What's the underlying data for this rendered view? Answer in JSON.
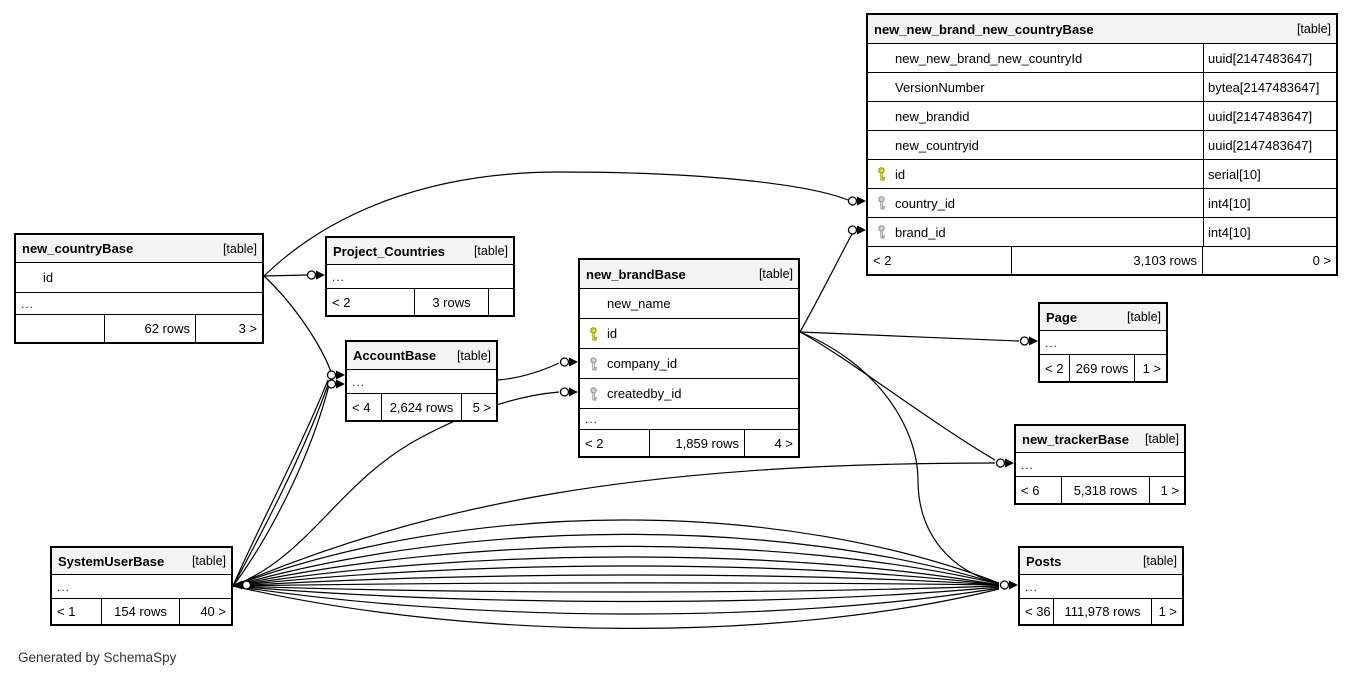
{
  "page": {
    "footer_note": "Generated by SchemaSpy"
  },
  "colors": {
    "header_bg": "#f4f4f4",
    "line": "#000000",
    "pk_key": "#e0e000",
    "fk_key": "#d0d0d0"
  },
  "tables": [
    {
      "name": "new_new_brand_new_countryBase",
      "tag": "[table]",
      "columns": [
        {
          "name": "new_new_brand_new_countryId",
          "type": "uuid[2147483647]",
          "key": null
        },
        {
          "name": "VersionNumber",
          "type": "bytea[2147483647]",
          "key": null
        },
        {
          "name": "new_brandid",
          "type": "uuid[2147483647]",
          "key": null
        },
        {
          "name": "new_countryid",
          "type": "uuid[2147483647]",
          "key": null
        },
        {
          "name": "id",
          "type": "serial[10]",
          "key": "pk"
        },
        {
          "name": "country_id",
          "type": "int4[10]",
          "key": "fk"
        },
        {
          "name": "brand_id",
          "type": "int4[10]",
          "key": "fk"
        }
      ],
      "footer": [
        "< 2",
        "3,103 rows",
        "0 >"
      ]
    },
    {
      "name": "new_countryBase",
      "tag": "[table]",
      "columns": [
        {
          "name": "id",
          "type": null,
          "key": null
        },
        {
          "ellipsis": true
        }
      ],
      "footer": [
        "",
        "62 rows",
        "3 >"
      ]
    },
    {
      "name": "Project_Countries",
      "tag": "[table]",
      "columns": [
        {
          "ellipsis": true
        }
      ],
      "footer": [
        "< 2",
        "3 rows",
        ""
      ]
    },
    {
      "name": "new_brandBase",
      "tag": "[table]",
      "columns": [
        {
          "name": "new_name",
          "type": null,
          "key": null
        },
        {
          "name": "id",
          "type": null,
          "key": "pk"
        },
        {
          "name": "company_id",
          "type": null,
          "key": "fk"
        },
        {
          "name": "createdby_id",
          "type": null,
          "key": "fk"
        },
        {
          "ellipsis": true
        }
      ],
      "footer": [
        "< 2",
        "1,859 rows",
        "4 >"
      ]
    },
    {
      "name": "AccountBase",
      "tag": "[table]",
      "columns": [
        {
          "ellipsis": true
        }
      ],
      "footer": [
        "< 4",
        "2,624 rows",
        "5 >"
      ]
    },
    {
      "name": "Page",
      "tag": "[table]",
      "columns": [
        {
          "ellipsis": true
        }
      ],
      "footer": [
        "< 2",
        "269 rows",
        "1 >"
      ]
    },
    {
      "name": "new_trackerBase",
      "tag": "[table]",
      "columns": [
        {
          "ellipsis": true
        }
      ],
      "footer": [
        "< 6",
        "5,318 rows",
        "1 >"
      ]
    },
    {
      "name": "SystemUserBase",
      "tag": "[table]",
      "columns": [
        {
          "ellipsis": true
        }
      ],
      "footer": [
        "< 1",
        "154 rows",
        "40 >"
      ]
    },
    {
      "name": "Posts",
      "tag": "[table]",
      "columns": [
        {
          "ellipsis": true
        }
      ],
      "footer": [
        "< 36",
        "111,978 rows",
        "1 >"
      ]
    }
  ],
  "relationships": [
    {
      "from": "new_countryBase.id",
      "to": "Project_Countries"
    },
    {
      "from": "new_countryBase.id",
      "to": "new_new_brand_new_countryBase.country_id"
    },
    {
      "from": "new_countryBase.id",
      "to": "AccountBase"
    },
    {
      "from": "new_brandBase.id",
      "to": "new_new_brand_new_countryBase.brand_id"
    },
    {
      "from": "new_brandBase.id",
      "to": "Page"
    },
    {
      "from": "new_brandBase.id",
      "to": "new_trackerBase"
    },
    {
      "from": "new_brandBase.id",
      "to": "Posts"
    },
    {
      "from": "AccountBase",
      "to": "new_brandBase.company_id"
    },
    {
      "from": "SystemUserBase",
      "to": "new_brandBase.createdby_id"
    },
    {
      "from": "SystemUserBase",
      "to": "new_trackerBase"
    },
    {
      "from": "SystemUserBase",
      "to": "AccountBase",
      "count": 3
    },
    {
      "from": "SystemUserBase",
      "to": "Posts",
      "count": 11
    },
    {
      "from": "(hidden)",
      "to": "SystemUserBase"
    }
  ]
}
